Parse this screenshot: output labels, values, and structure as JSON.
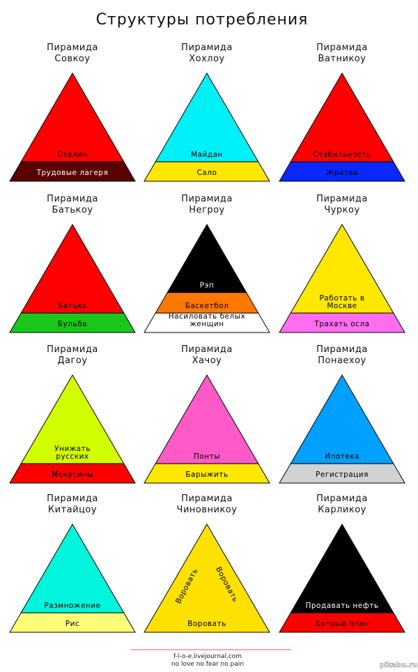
{
  "title": "Структуры потребления",
  "pyramids": [
    {
      "title": [
        "Пирамида",
        "Совкоу"
      ],
      "layers": [
        {
          "label": "Сталин",
          "color": "#ff0000",
          "text": "#000000"
        },
        {
          "label": "Трудовые лагеря",
          "color": "#5a0000",
          "text": "#ffffff"
        }
      ]
    },
    {
      "title": [
        "Пирамида",
        "Хохлоу"
      ],
      "layers": [
        {
          "label": "Майдан",
          "color": "#00f0f8",
          "text": "#000000"
        },
        {
          "label": "Сало",
          "color": "#ffe800",
          "text": "#000000"
        }
      ]
    },
    {
      "title": [
        "Пирамида",
        "Ватникоу"
      ],
      "layers": [
        {
          "label": "Стабильность",
          "color": "#ff0000",
          "text": "#000000"
        },
        {
          "label": "Жратва",
          "color": "#0a28ff",
          "text": "#000000"
        }
      ]
    },
    {
      "title": [
        "Пирамида",
        "Батькоу"
      ],
      "layers": [
        {
          "label": "Батька",
          "color": "#ff0000",
          "text": "#000000"
        },
        {
          "label": "Бульба",
          "color": "#19c819",
          "text": "#000000"
        }
      ]
    },
    {
      "title": [
        "Пирамида",
        "Негроу"
      ],
      "layers": [
        {
          "label": "Рэп",
          "color": "#000000",
          "text": "#ffffff"
        },
        {
          "label": "Баскетбол",
          "color": "#ff7800",
          "text": "#000000"
        },
        {
          "label": "Насиловать белых женщин",
          "lines": [
            "Насиловать белых",
            "женщин"
          ],
          "color": "#ffffff",
          "text": "#000000"
        }
      ]
    },
    {
      "title": [
        "Пирамида",
        "Чуркоу"
      ],
      "layers": [
        {
          "label": "Работать в Москве",
          "lines": [
            "Работать в",
            "Москве"
          ],
          "color": "#ffe800",
          "text": "#000000"
        },
        {
          "label": "Трахать осла",
          "color": "#ff6ef0",
          "text": "#000000"
        }
      ]
    },
    {
      "title": [
        "Пирамида",
        "Дагоу"
      ],
      "layers": [
        {
          "label": "Унижать русских",
          "lines": [
            "Унижать",
            "русских"
          ],
          "color": "#d2ff00",
          "text": "#000000"
        },
        {
          "label": "Мокасины",
          "color": "#ff0000",
          "text": "#000000"
        }
      ]
    },
    {
      "title": [
        "Пирамида",
        "Хачоу"
      ],
      "layers": [
        {
          "label": "Понты",
          "color": "#ff5ac8",
          "text": "#000000"
        },
        {
          "label": "Барыжить",
          "color": "#ffe800",
          "text": "#000000"
        }
      ]
    },
    {
      "title": [
        "Пирамида",
        "Понаехоу"
      ],
      "layers": [
        {
          "label": "Ипотека",
          "color": "#00a0ff",
          "text": "#000000"
        },
        {
          "label": "Регистрация",
          "color": "#d2d2d2",
          "text": "#000000"
        }
      ]
    },
    {
      "title": [
        "Пирамида",
        "Китайцоу"
      ],
      "layers": [
        {
          "label": "Размножение",
          "color": "#00f5dc",
          "text": "#000000"
        },
        {
          "label": "Рис",
          "color": "#ffff78",
          "text": "#000000"
        }
      ]
    },
    {
      "title": [
        "Пирамида",
        "Чиновникоу"
      ],
      "layers": [
        {
          "label": "Воровать",
          "color": "#ffe100",
          "text": "#000000"
        }
      ],
      "side_labels": [
        "Воровать",
        "Воровать"
      ]
    },
    {
      "title": [
        "Пирамида",
        "Карликоу"
      ],
      "layers": [
        {
          "label": "Продавать нефть",
          "color": "#000000",
          "text": "#ffffff"
        },
        {
          "label": "Хитрый план",
          "color": "#ff0000",
          "text": "#000000"
        }
      ]
    }
  ],
  "footer": {
    "line_color": "#ff8c8c",
    "site": "f-l-o-e.livejournal.com",
    "motto": "no love no fear no pain"
  },
  "watermark": "pikabu.ru"
}
